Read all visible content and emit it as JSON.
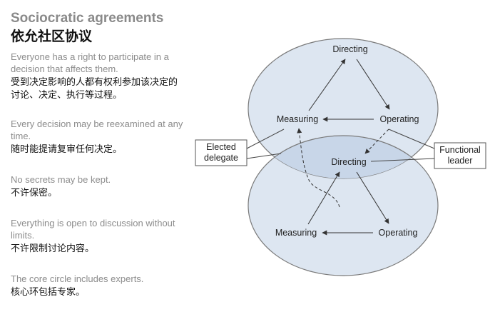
{
  "header": {
    "title_en": "Sociocratic agreements",
    "title_zh": "依允社区协议"
  },
  "agreements": [
    {
      "en": "Everyone has a right to participate in a decision that affects them.",
      "zh": "受到决定影响的人都有权利参加该决定的讨论、决定、执行等过程。"
    },
    {
      "en": "Every decision may be reexamined at any time.",
      "zh": "随时能提请复审任何决定。"
    },
    {
      "en": "No secrets may be kept.",
      "zh": "不许保密。"
    },
    {
      "en": "Everything is open to discussion without limits.",
      "zh": "不许限制讨论内容。"
    },
    {
      "en": "The core circle includes experts.",
      "zh": "核心环包括专家。"
    }
  ],
  "diagram": {
    "upper": {
      "directing": "Directing",
      "measuring": "Measuring",
      "operating": "Operating"
    },
    "lower": {
      "directing": "Directing",
      "measuring": "Measuring",
      "operating": "Operating"
    },
    "callout_elected": [
      "Elected",
      "delegate"
    ],
    "callout_functional": [
      "Functional",
      "leader"
    ],
    "colors": {
      "circle_fill": "#dde6f1",
      "overlap_fill": "#c8d6e8",
      "stroke": "#7a7a7a",
      "arrow": "#333333"
    }
  }
}
